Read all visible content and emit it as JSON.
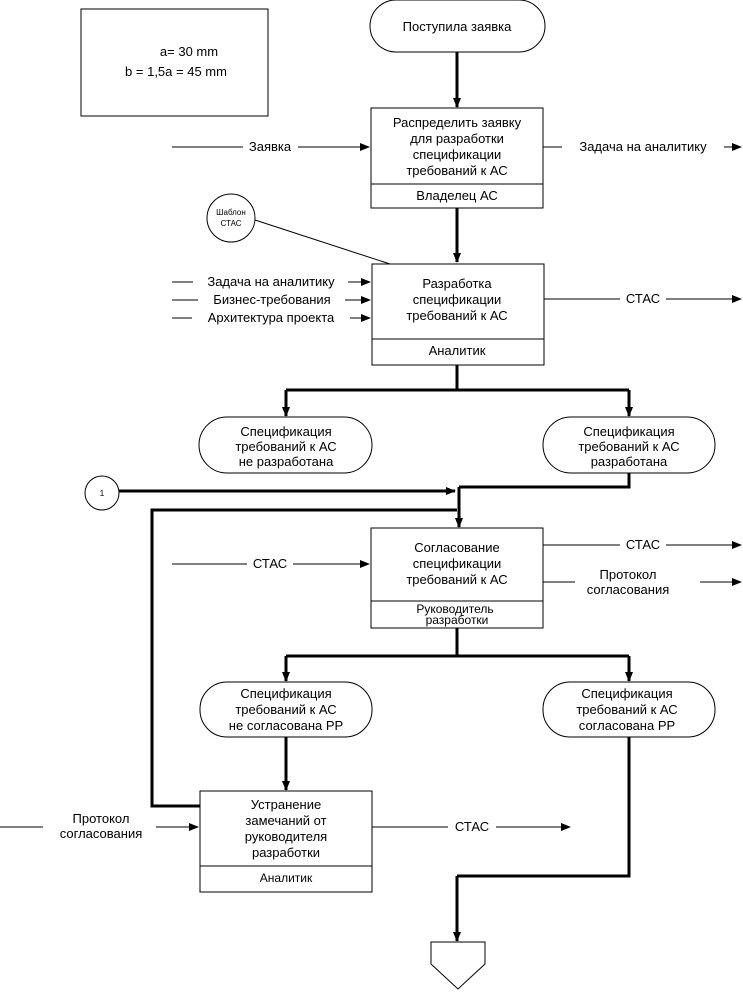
{
  "note": {
    "line1": "a= 30 mm",
    "line2": "b = 1,5a = 45 mm"
  },
  "start_event": "Поступила заявка",
  "template_circle": [
    "Шаблон",
    "СТАС"
  ],
  "connector_label": "1",
  "process1": {
    "lines": [
      "Распределить заявку",
      "для разработки",
      "спецификации",
      "требований к АС"
    ],
    "role": "Владелец АС",
    "input": "Заявка",
    "output": "Задача на аналитику"
  },
  "process2": {
    "lines": [
      "Разработка",
      "спецификации",
      "требований к АС"
    ],
    "role": "Аналитик",
    "inputs": [
      "Задача на аналитику",
      "Бизнес-требования",
      "Архитектура проекта"
    ],
    "output": "СТАС"
  },
  "event_not_developed": [
    "Спецификация",
    "требований к АС",
    "не разработана"
  ],
  "event_developed": [
    "Спецификация",
    "требований к АС",
    "разработана"
  ],
  "process3": {
    "lines": [
      "Согласование",
      "спецификации",
      "требований к АС"
    ],
    "role": [
      "Руководитель",
      "разработки"
    ],
    "input": "СТАС",
    "output1": "СТАС",
    "output2": [
      "Протокол",
      "согласования"
    ]
  },
  "event_not_agreed": [
    "Спецификация",
    "требований к АС",
    "не согласована РР"
  ],
  "event_agreed": [
    "Спецификация",
    "требований к АС",
    "согласована РР"
  ],
  "process4": {
    "lines": [
      "Устранение",
      "замечаний от",
      "руководителя",
      "разработки"
    ],
    "role": "Аналитик",
    "input": [
      "Протокол",
      "согласования"
    ],
    "output": "СТАС"
  }
}
